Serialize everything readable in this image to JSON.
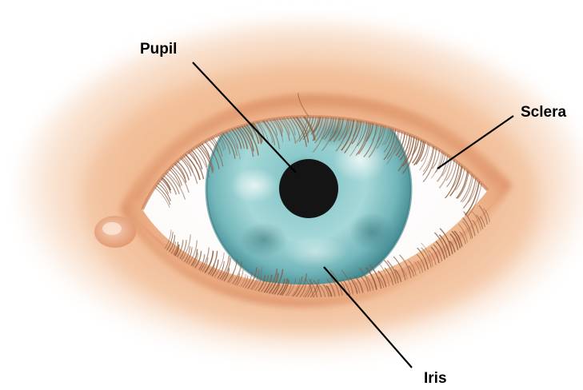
{
  "labels": {
    "pupil": "Pupil",
    "sclera": "Sclera",
    "iris": "Iris"
  },
  "colors": {
    "background": "#ffffff",
    "skin_light": "#fbe3cf",
    "skin_mid": "#f0b98f",
    "skin_dark": "#dc8e62",
    "sclera": "#ffffff",
    "iris_light": "#a9dcdc",
    "iris_mid": "#6fb8bd",
    "iris_dark": "#3f8c93",
    "pupil": "#151515",
    "lash": "#8a5a3c",
    "leader_line": "#000000",
    "label_text": "#000000"
  }
}
